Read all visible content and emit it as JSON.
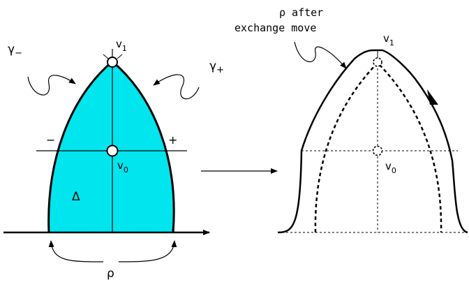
{
  "left_figure": {
    "fill_color": "#00e5ee",
    "labels": {
      "v1_symbol": "v",
      "v1_sub": "1",
      "v0_symbol": "v",
      "v0_sub": "0",
      "gamma_minus_symbol": "γ",
      "gamma_minus_sub": "−",
      "gamma_plus_symbol": "γ",
      "gamma_plus_sub": "+",
      "minus_sign": "−",
      "plus_sign": "+",
      "delta": "Δ",
      "rho": "ρ"
    }
  },
  "right_figure": {
    "labels": {
      "caption_line1": "ρ after",
      "caption_line2": "exchange move",
      "v1_symbol": "v",
      "v1_sub": "1",
      "v0_symbol": "v",
      "v0_sub": "0"
    }
  }
}
